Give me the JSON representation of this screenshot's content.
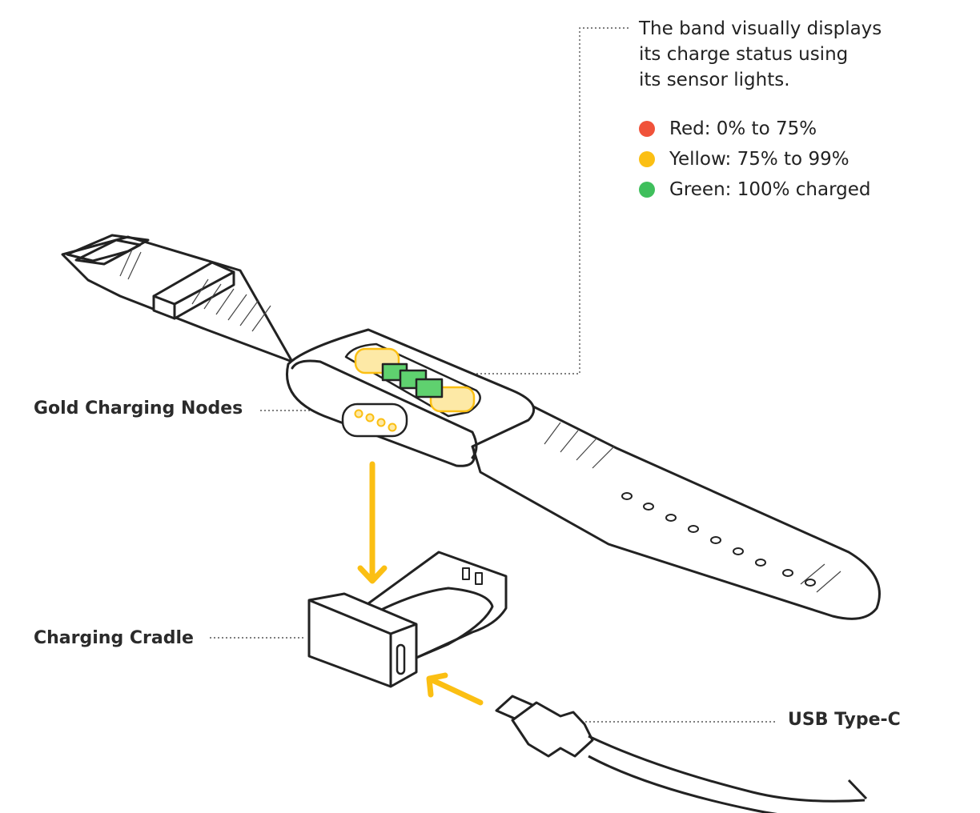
{
  "description": {
    "lines": [
      "The band visually displays",
      "its charge status using",
      "its sensor lights."
    ]
  },
  "legend": [
    {
      "text": "Red: 0% to 75%",
      "color": "#f0523a"
    },
    {
      "text": "Yellow: 75% to 99%",
      "color": "#fbbf13"
    },
    {
      "text": "Green: 100% charged",
      "color": "#3fbf5c"
    }
  ],
  "labels": {
    "gold_nodes": "Gold Charging Nodes",
    "cradle": "Charging Cradle",
    "usb": "USB Type-C"
  },
  "colors": {
    "accent_arrow": "#fbbf13",
    "outline": "#222222",
    "node_fill": "#fde9a6",
    "sensor_green": "#5fd16f"
  }
}
